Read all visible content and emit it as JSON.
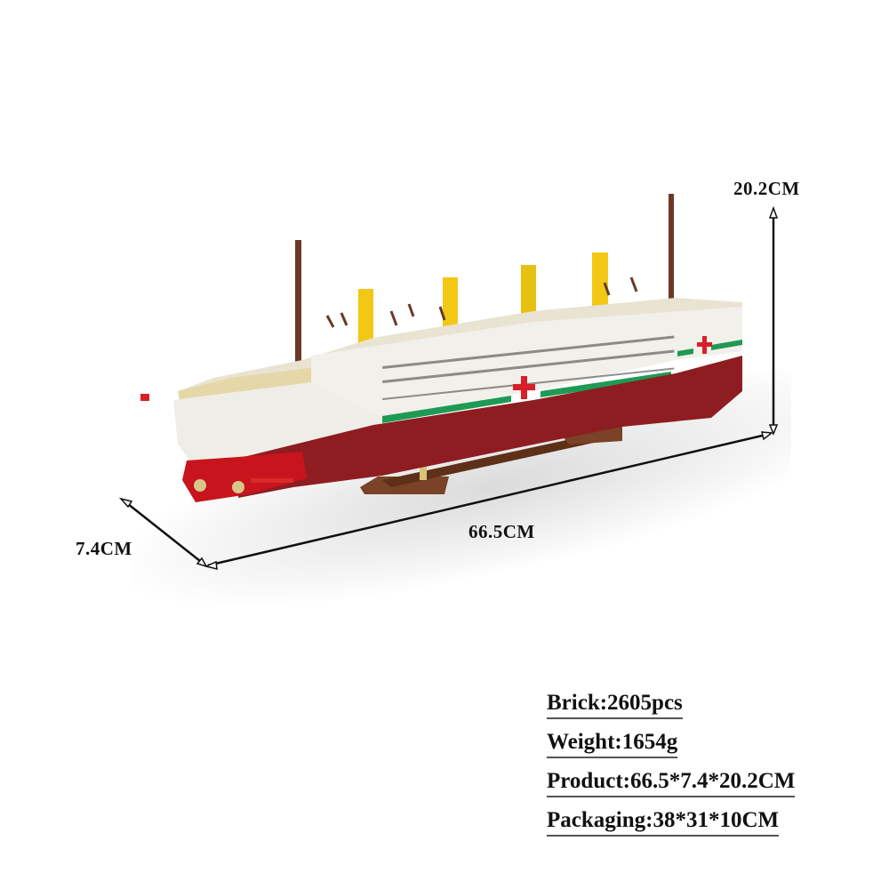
{
  "product": {
    "subject": "Brick-built hospital ship model (white superstructure, dark red hull, green stripe, red crosses, four yellow funnels, two brown masts) on brown display stand"
  },
  "dimensions": {
    "height_label": "20.2CM",
    "depth_label": "7.4CM",
    "length_label": "66.5CM"
  },
  "specs": [
    {
      "label": "Brick:2605pcs"
    },
    {
      "label": "Weight:1654g"
    },
    {
      "label": "Product:66.5*7.4*20.2CM"
    },
    {
      "label": "Packaging:38*31*10CM"
    }
  ],
  "colors": {
    "hull": "#8e1d22",
    "bow_red": "#c8141c",
    "superstructure": "#f2f0ea",
    "deck_tan": "#e6d7a8",
    "stripe_green": "#1f9a55",
    "cross_red": "#d8202a",
    "funnel_yellow": "#f2c814",
    "mast_brown": "#6b3a26",
    "stand_brown": "#7a4226",
    "arrow": "#111111"
  }
}
